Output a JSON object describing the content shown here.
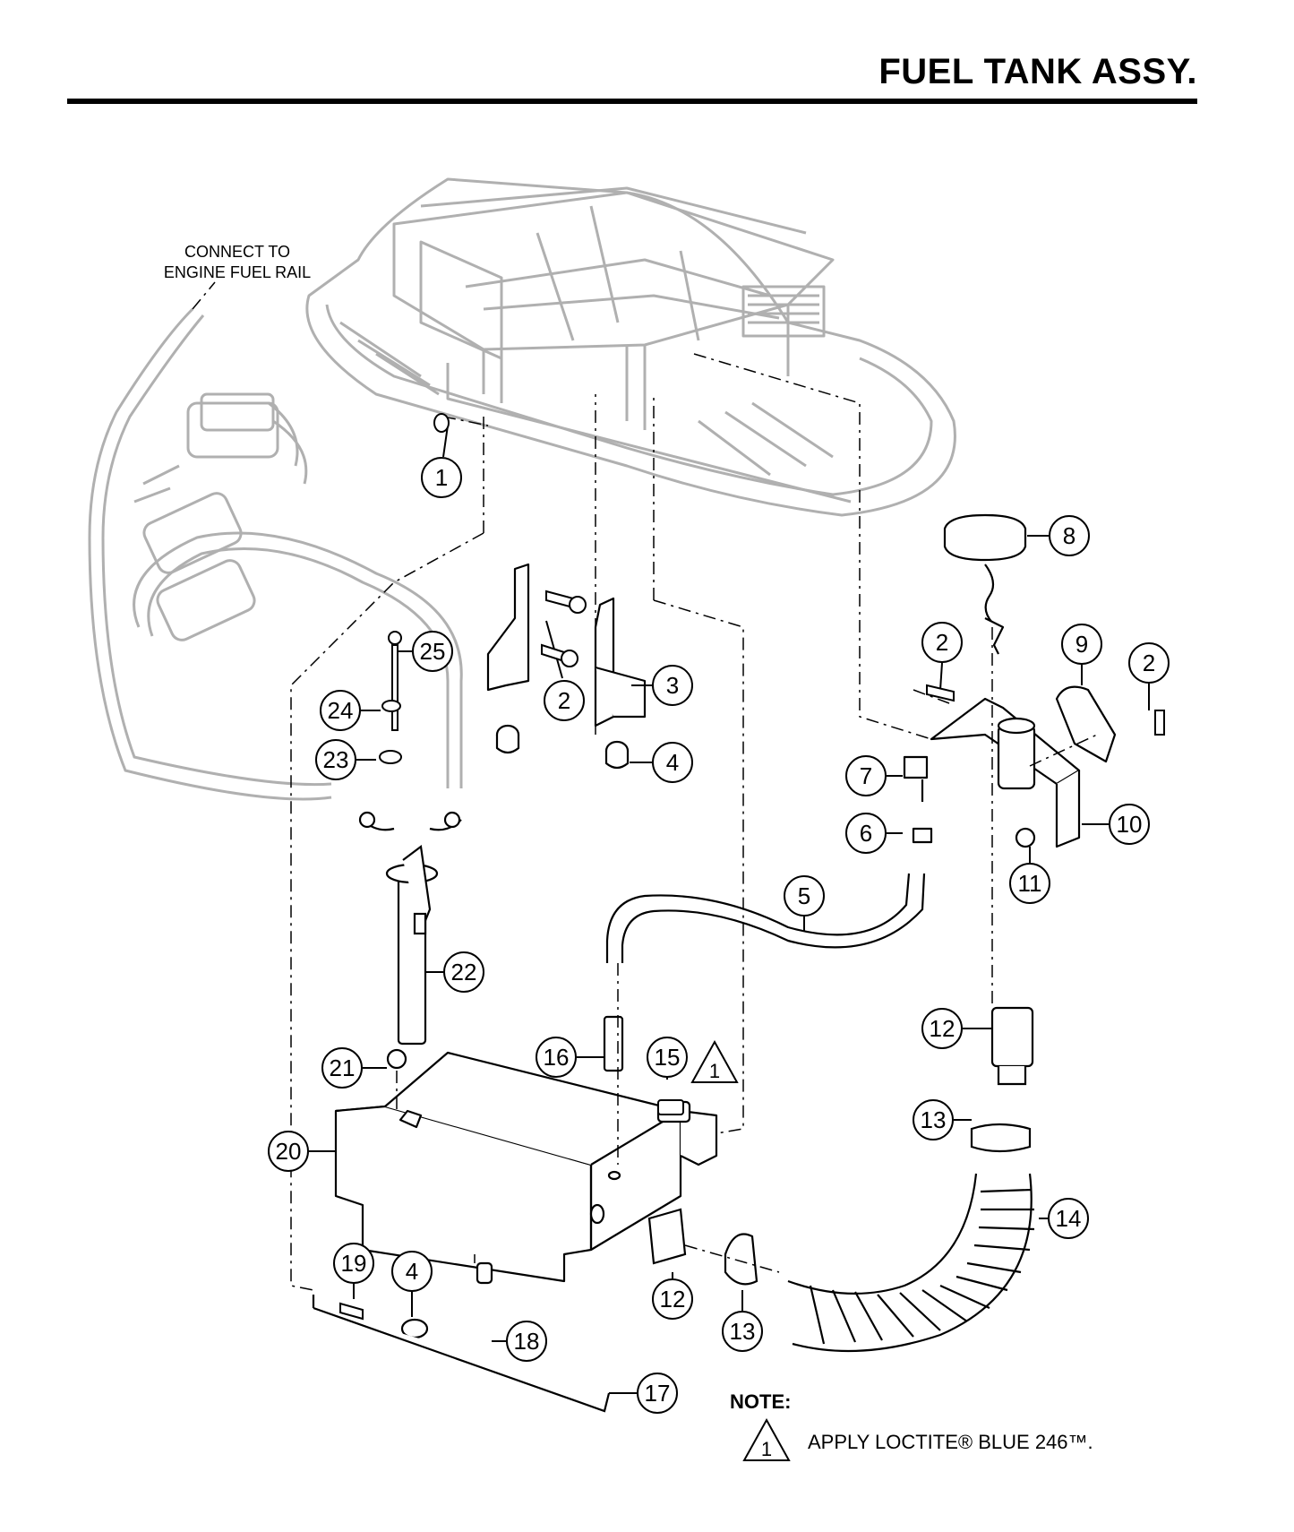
{
  "header": {
    "title": "FUEL TANK ASSY."
  },
  "annotation": {
    "line1": "CONNECT TO",
    "line2": "ENGINE FUEL RAIL"
  },
  "notes": {
    "label": "NOTE:",
    "items": [
      {
        "marker": "1",
        "text": "APPLY LOCTITE® BLUE 246™."
      }
    ]
  },
  "callouts": [
    "1",
    "2",
    "2",
    "2",
    "3",
    "4",
    "4",
    "5",
    "6",
    "7",
    "8",
    "9",
    "10",
    "11",
    "12",
    "12",
    "13",
    "13",
    "14",
    "15",
    "16",
    "17",
    "18",
    "19",
    "20",
    "21",
    "22",
    "23",
    "24",
    "25"
  ],
  "warning_marker": "1",
  "colors": {
    "ink": "#000000",
    "ghost": "#b0b0b0",
    "paper": "#ffffff"
  }
}
